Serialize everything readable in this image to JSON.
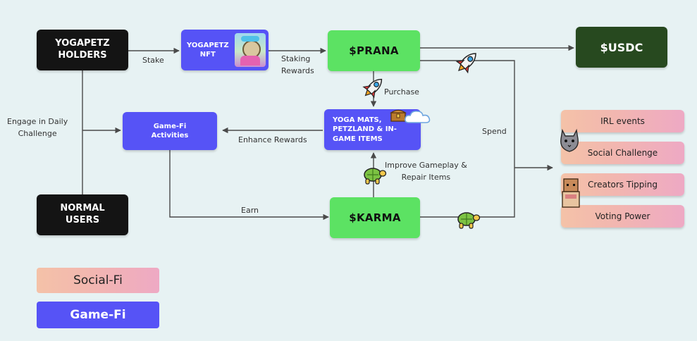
{
  "nodes": {
    "holders": "YOGAPETZ\nHOLDERS",
    "nft": "YOGAPETZ\nNFT",
    "prana": "$PRANA",
    "usdc": "$USDC",
    "gamefi_activities": "Game-Fi\nActivities",
    "yoga_mats": "YOGA MATS,\nPETZLAND & IN-\nGAME ITEMS",
    "normal_users": "NORMAL\nUSERS",
    "karma": "$KARMA"
  },
  "edges": {
    "stake": "Stake",
    "staking_rewards": "Staking\nRewards",
    "purchase": "Purchase",
    "engage": "Engage in Daily\nChallenge",
    "enhance": "Enhance Rewards",
    "spend": "Spend",
    "improve": "Improve Gameplay &\nRepair Items",
    "earn": "Earn"
  },
  "uses": [
    "IRL events",
    "Social Challenge",
    "Creators Tipping",
    "Voting Power"
  ],
  "legend": {
    "socialfi": "Social-Fi",
    "gamefi": "Game-Fi"
  },
  "colors": {
    "background": "#e7f2f3",
    "gamefi_blue": "#5653f6",
    "token_green": "#5ce263",
    "usdc_green": "#27491f",
    "socialfi_gradient": [
      "#f4c2a8",
      "#eea9c4"
    ]
  },
  "icons": [
    "rocket-icon",
    "turtle-icon",
    "treasure-chest-icon",
    "cloud-icon",
    "cat-icon",
    "pixel-avatar-icon",
    "nft-thumbnail-icon"
  ]
}
